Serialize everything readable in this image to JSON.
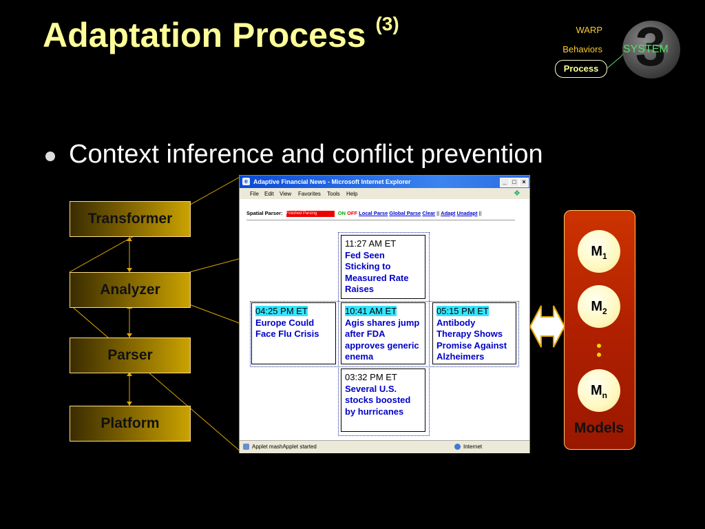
{
  "slide": {
    "title": "Adaptation Process",
    "title_sup": "(3)",
    "bullet": "Context inference and conflict prevention"
  },
  "navigator": {
    "items": [
      "WARP",
      "Behaviors",
      "Process"
    ],
    "active": "Process",
    "badge_number": "3",
    "badge_label": "SYSTEM"
  },
  "stack": {
    "transformer": "Transformer",
    "analyzer": "Analyzer",
    "parser": "Parser",
    "platform": "Platform"
  },
  "browser": {
    "title": "Adaptive Financial News - Microsoft Internet Explorer",
    "menu": [
      "File",
      "Edit",
      "View",
      "Favorites",
      "Tools",
      "Help"
    ],
    "parser_bar": {
      "label": "Spatial Parser:",
      "status": "Finished Parsing",
      "on": "ON",
      "off": "OFF",
      "local_parse": "Local Parse",
      "global_parse": "Global Parse",
      "clear": "Clear",
      "adapt": "Adapt",
      "unadapt": "Unadapt"
    },
    "stories": {
      "top": {
        "time": "11:27 AM ET",
        "headline": "Fed Seen Sticking to Measured Rate Raises"
      },
      "left": {
        "time": "04:25 PM ET",
        "headline": "Europe Could Face Flu Crisis"
      },
      "center": {
        "time": "10:41 AM ET",
        "headline": "Agis shares jump after FDA approves generic enema"
      },
      "right": {
        "time": "05:15 PM ET",
        "headline": "Antibody Therapy Shows Promise Against Alzheimers"
      },
      "bottom": {
        "time": "03:32 PM ET",
        "headline": "Several U.S. stocks boosted by hurricanes"
      }
    },
    "status_left": "Applet mashApplet started",
    "status_right": "Internet"
  },
  "models": {
    "m1": "M",
    "m1_sub": "1",
    "m2": "M",
    "m2_sub": "2",
    "mn": "M",
    "mn_sub": "n",
    "label": "Models"
  },
  "colors": {
    "title": "#ffff99",
    "nav": "#ffcc33",
    "highlight": "#33e5ff",
    "models_bg": "#b02000"
  }
}
